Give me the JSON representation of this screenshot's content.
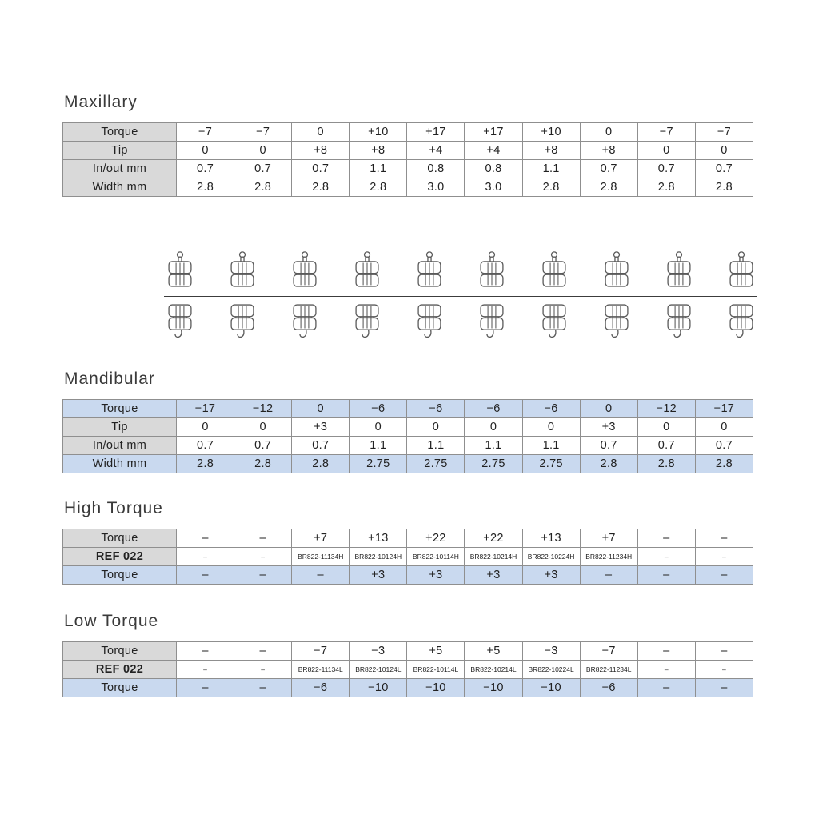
{
  "sections": {
    "maxillary": {
      "title": "Maxillary",
      "rows": [
        {
          "label": "Torque",
          "values": [
            "−7",
            "−7",
            "0",
            "+10",
            "+17",
            "+17",
            "+10",
            "0",
            "−7",
            "−7"
          ],
          "shade": false,
          "small": false
        },
        {
          "label": "Tip",
          "values": [
            "0",
            "0",
            "+8",
            "+8",
            "+4",
            "+4",
            "+8",
            "+8",
            "0",
            "0"
          ],
          "shade": false,
          "small": false
        },
        {
          "label": "In/out mm",
          "values": [
            "0.7",
            "0.7",
            "0.7",
            "1.1",
            "0.8",
            "0.8",
            "1.1",
            "0.7",
            "0.7",
            "0.7"
          ],
          "shade": false,
          "small": false
        },
        {
          "label": "Width mm",
          "values": [
            "2.8",
            "2.8",
            "2.8",
            "2.8",
            "3.0",
            "3.0",
            "2.8",
            "2.8",
            "2.8",
            "2.8"
          ],
          "shade": false,
          "small": false
        }
      ]
    },
    "mandibular": {
      "title": "Mandibular",
      "rows": [
        {
          "label": "Torque",
          "values": [
            "−17",
            "−12",
            "0",
            "−6",
            "−6",
            "−6",
            "−6",
            "0",
            "−12",
            "−17"
          ],
          "shade": true,
          "small": false
        },
        {
          "label": "Tip",
          "values": [
            "0",
            "0",
            "+3",
            "0",
            "0",
            "0",
            "0",
            "+3",
            "0",
            "0"
          ],
          "shade": false,
          "small": false
        },
        {
          "label": "In/out mm",
          "values": [
            "0.7",
            "0.7",
            "0.7",
            "1.1",
            "1.1",
            "1.1",
            "1.1",
            "0.7",
            "0.7",
            "0.7"
          ],
          "shade": false,
          "small": false
        },
        {
          "label": "Width mm",
          "values": [
            "2.8",
            "2.8",
            "2.8",
            "2.75",
            "2.75",
            "2.75",
            "2.75",
            "2.8",
            "2.8",
            "2.8"
          ],
          "shade": true,
          "small": false
        }
      ]
    },
    "high_torque": {
      "title": "High Torque",
      "rows": [
        {
          "label": "Torque",
          "values": [
            "–",
            "–",
            "+7",
            "+13",
            "+22",
            "+22",
            "+13",
            "+7",
            "–",
            "–"
          ],
          "shade": false,
          "small": false
        },
        {
          "label": "REF 022",
          "values": [
            "–",
            "–",
            "BR822-11134H",
            "BR822-10124H",
            "BR822-10114H",
            "BR822-10214H",
            "BR822-10224H",
            "BR822-11234H",
            "–",
            "–"
          ],
          "shade": false,
          "small": true
        },
        {
          "label": "Torque",
          "values": [
            "–",
            "–",
            "–",
            "+3",
            "+3",
            "+3",
            "+3",
            "–",
            "–",
            "–"
          ],
          "shade": true,
          "small": false
        }
      ]
    },
    "low_torque": {
      "title": "Low Torque",
      "rows": [
        {
          "label": "Torque",
          "values": [
            "–",
            "–",
            "−7",
            "−3",
            "+5",
            "+5",
            "−3",
            "−7",
            "–",
            "–"
          ],
          "shade": false,
          "small": false
        },
        {
          "label": "REF 022",
          "values": [
            "–",
            "–",
            "BR822-11134L",
            "BR822-10124L",
            "BR822-10114L",
            "BR822-10214L",
            "BR822-10224L",
            "BR822-11234L",
            "–",
            "–"
          ],
          "shade": false,
          "small": true
        },
        {
          "label": "Torque",
          "values": [
            "–",
            "–",
            "−6",
            "−10",
            "−10",
            "−10",
            "−10",
            "−6",
            "–",
            "–"
          ],
          "shade": true,
          "small": false
        }
      ]
    }
  },
  "brackets": {
    "upper_count": 10,
    "lower_count": 10
  },
  "colors": {
    "row_shade": "#c9d9ef",
    "label_bg": "#d9d9d9",
    "table_border": "#8f8f8f",
    "heading_text": "#3a3a3a"
  }
}
